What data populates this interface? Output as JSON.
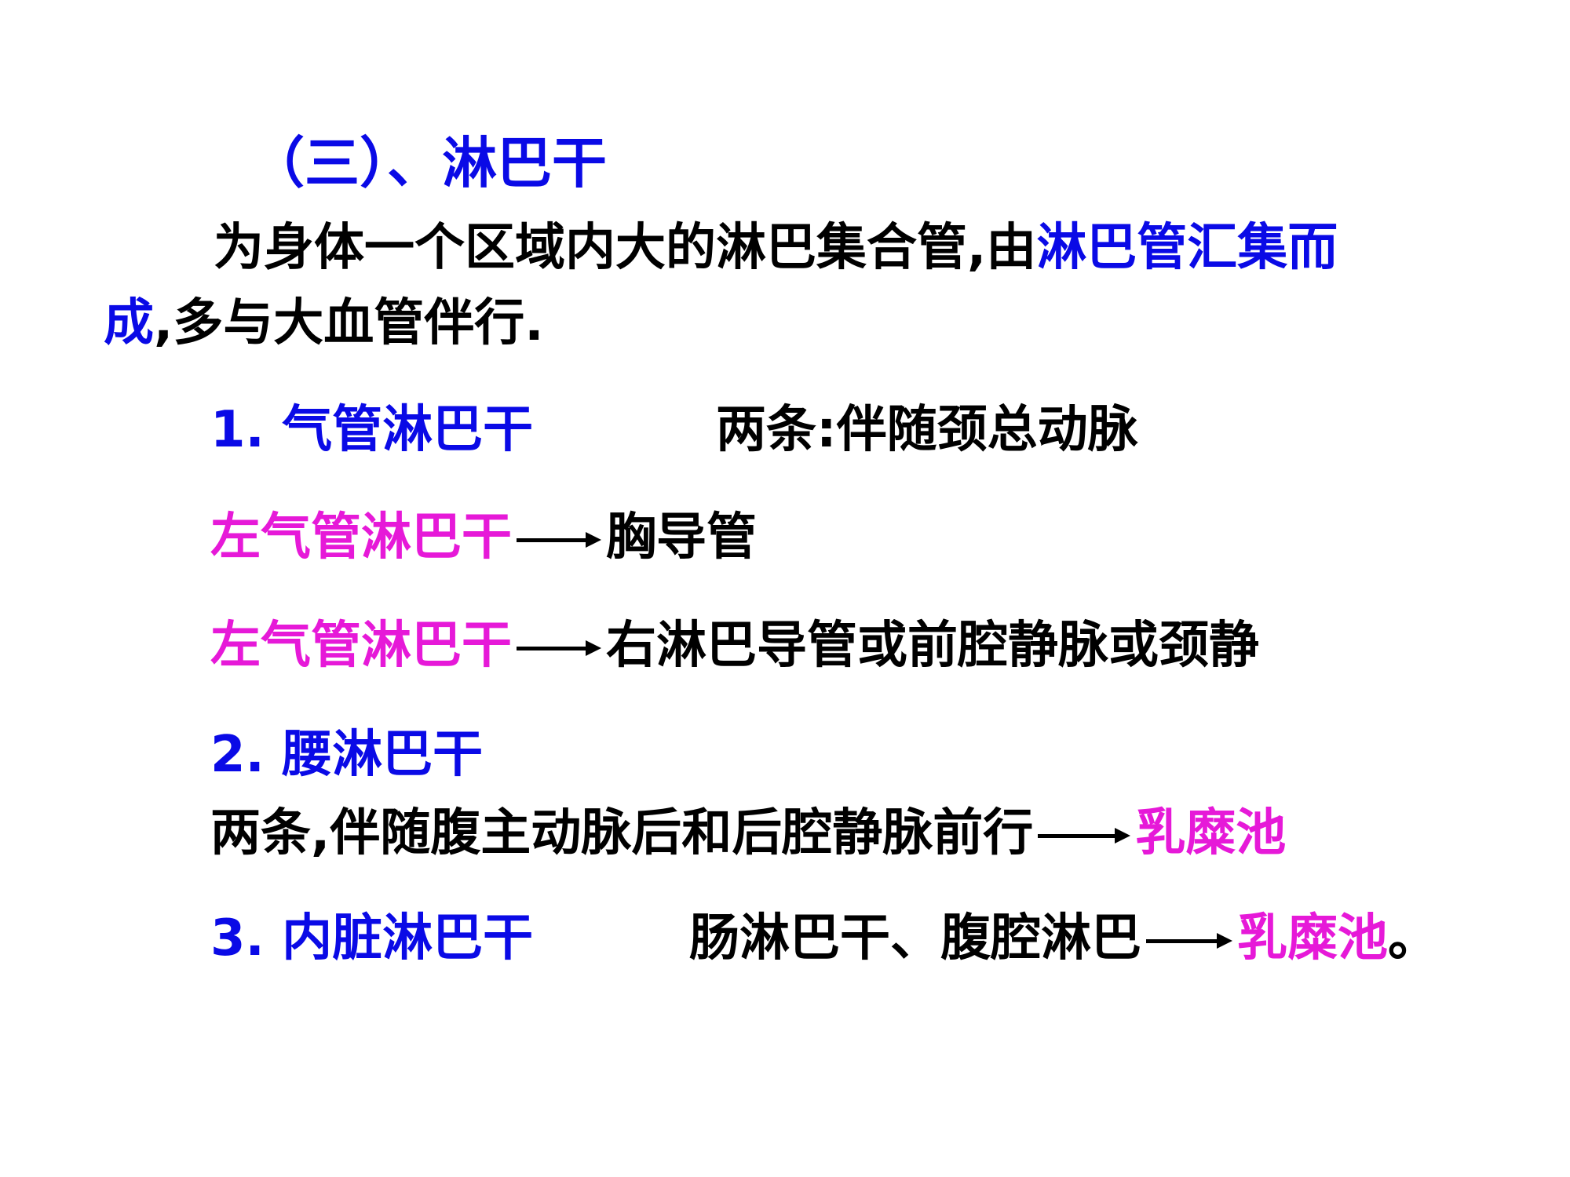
{
  "title": "（三）、淋巴干",
  "intro": {
    "part1": "为身体一个区域内大的淋巴集合管,由",
    "highlight1": "淋巴管汇集而",
    "highlight2": "成",
    "part2": ",多与大血管伴行."
  },
  "item1": {
    "label": "1. 气管淋巴干",
    "desc": "两条:伴随颈总动脉",
    "sub1": {
      "label": "左气管淋巴干",
      "target": "胸导管"
    },
    "sub2": {
      "label": "左气管淋巴干",
      "target": "右淋巴导管或前腔静脉或颈静"
    }
  },
  "item2": {
    "label": "2. 腰淋巴干",
    "desc": "两条,伴随腹主动脉后和后腔静脉前行",
    "target": "乳糜池"
  },
  "item3": {
    "label": "3. 内脏淋巴干",
    "desc": "肠淋巴干、腹腔淋巴",
    "target": "乳糜池",
    "end": "。"
  },
  "colors": {
    "blue": "#0a0ae6",
    "pink": "#e619d8",
    "text": "#000000"
  }
}
